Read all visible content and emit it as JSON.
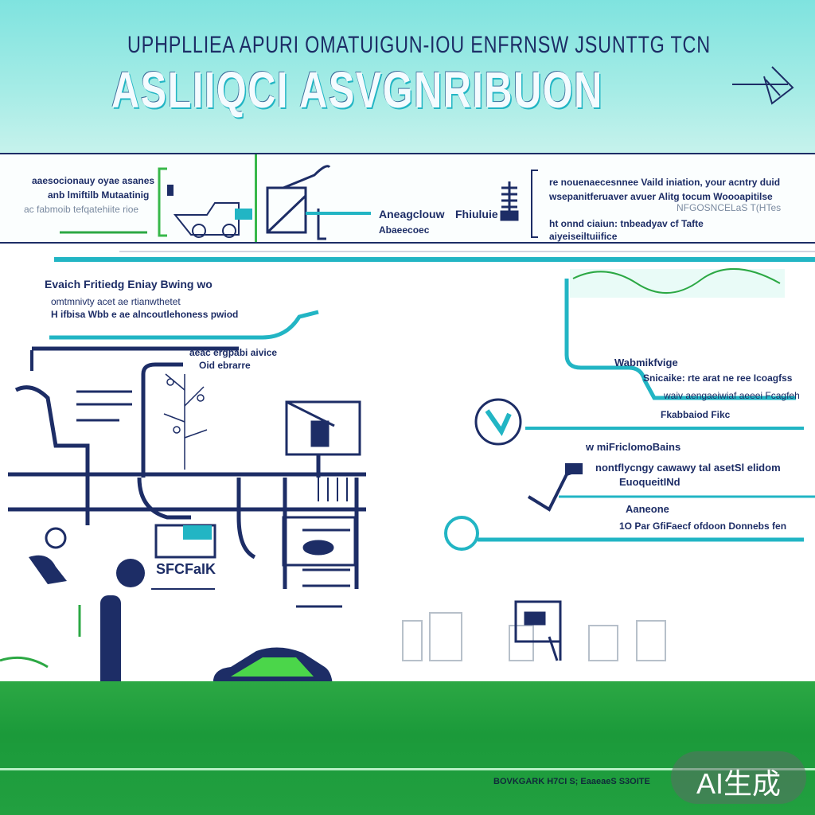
{
  "header": {
    "subtitle": "UPHPLLIEA APURI OMATUIGUN-IOU ENFRNSW JSUNTTG TCN",
    "title": "ASLIIQCI ASVGNRIBUON"
  },
  "band": {
    "panel1_lines": [
      "aaesocionauy oyae asanes",
      "anb lmiftilb Mutaatinig",
      "ac fabmoib tefqatehiite rioe"
    ],
    "panel2_label": "Aneagclouw",
    "panel2_label2": "Fhiuluie",
    "panel2_sub": "Abaeecoec",
    "panel3_lines": [
      "re nouenaecesnnee Vaild iniation, your acntry duid",
      "wsepanitferuaver avuer Alitg tocum Woooapitilse",
      "",
      "ht onnd ciaiun: tnbeadyav cf Tafte",
      "aiyeiseiltuiifice"
    ],
    "panel3_right": "NFGOSNCELaS T(HTes"
  },
  "left": {
    "heading": "Evaich Fritiedg Eniay Bwing wo",
    "line1": "omtmnivty acet ae rtianwthetet",
    "line2": "H ifbisa Wbb e ae alncoutlehoness pwiod",
    "label_a": "aeac ergpabi aivice",
    "label_b": "Oid ebrarre",
    "stencil": "SFCFaIK"
  },
  "right": {
    "r1": "Wabmikfvige",
    "r2": "Snicaike: rte arat ne ree Icoagfss",
    "r3": "waiv aengaeiwiaf aeeei Fcagfeh",
    "r4": "Fkabbaiod Fikc",
    "r5": "w miFriclomoBains",
    "r6": "nontflycngy cawawy tal asetSl elidom",
    "r7": "EuoqueitINd",
    "r8": "Aaneone",
    "r9": "1O Par GfiFaecf ofdoon Donnebs fen"
  },
  "footer": {
    "text": "BOVKGARK H7CI S; EaaeaeS S3OITE"
  },
  "watermark": {
    "text": "AI生成"
  },
  "colors": {
    "navy": "#1d2d66",
    "teal": "#22b5c4",
    "green": "#2ca844",
    "lime": "#4bd64a"
  }
}
